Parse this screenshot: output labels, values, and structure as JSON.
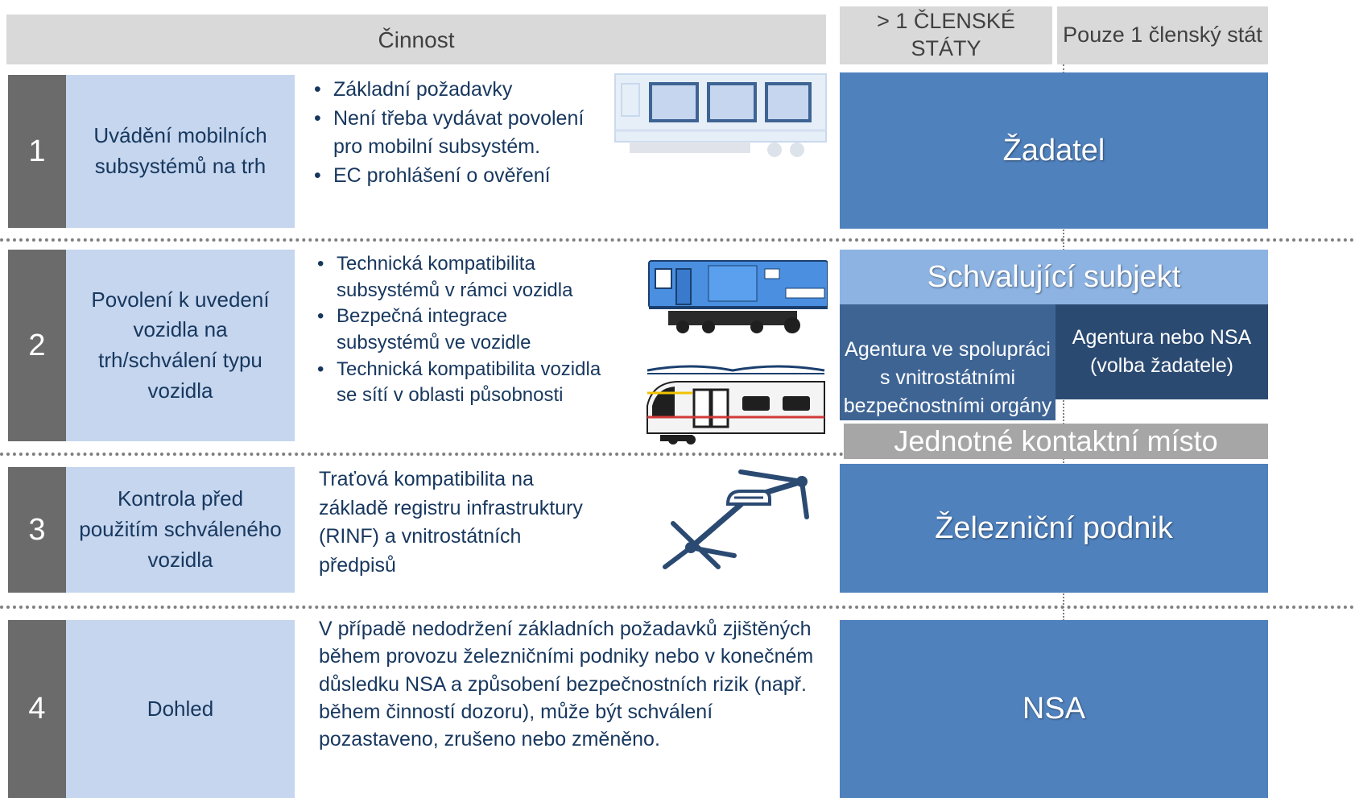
{
  "header": {
    "activity": "Činnost",
    "multi_state": "> 1 ČLENSKÉ STÁTY",
    "single_state": "Pouze 1 členský stát"
  },
  "rows": [
    {
      "number": "1",
      "activity": "Uvádění mobilních subsystémů na trh",
      "bullets": [
        "Základní požadavky",
        "Není třeba vydávat povolení pro mobilní subsystém.",
        "EC prohlášení o ověření"
      ],
      "role": "Žadatel",
      "illustration": "train-outline-icon"
    },
    {
      "number": "2",
      "activity": "Povolení k uvedení vozidla na trh/schválení typu vozidla",
      "bullets": [
        "Technická kompatibilita subsystémů v rámci vozidla",
        "Bezpečná integrace subsystémů ve vozidle",
        "Technická kompatibilita vozidla se sítí v oblasti působnosti"
      ],
      "role": "Schvalující subjekt",
      "role_multi": "Agentura ve spolupráci s vnitrostátními bezpečnostními orgány",
      "role_single": "Agentura nebo NSA (volba žadatele)",
      "one_stop_shop": "Jednotné kontaktní místo",
      "illustration": [
        "locomotive-icon",
        "passenger-train-icon"
      ]
    },
    {
      "number": "3",
      "activity": "Kontrola před použitím schváleného vozidla",
      "text": "Traťová kompatibilita na základě registru infrastruktury (RINF) a vnitrostátních předpisů",
      "role": "Železniční podnik",
      "illustration": "pantograph-icon"
    },
    {
      "number": "4",
      "activity": "Dohled",
      "text": "V případě nedodržení základních požadavků zjištěných během provozu železničními podniky nebo v konečném důsledku NSA a způsobení bezpečnostních rizik (např. během činností dozoru), může být schválení pozastaveno, zrušeno nebo změněno.",
      "role": "NSA"
    }
  ],
  "colors": {
    "header_bg": "#d9d9d9",
    "number_bg": "#6b6b6b",
    "activity_bg": "#c5d6ee",
    "role_bg": "#4f81bd",
    "role_light": "#8db3e2",
    "role_mid": "#3e6494",
    "role_dark": "#2b4a72",
    "one_stop_bg": "#a6a6a6"
  }
}
